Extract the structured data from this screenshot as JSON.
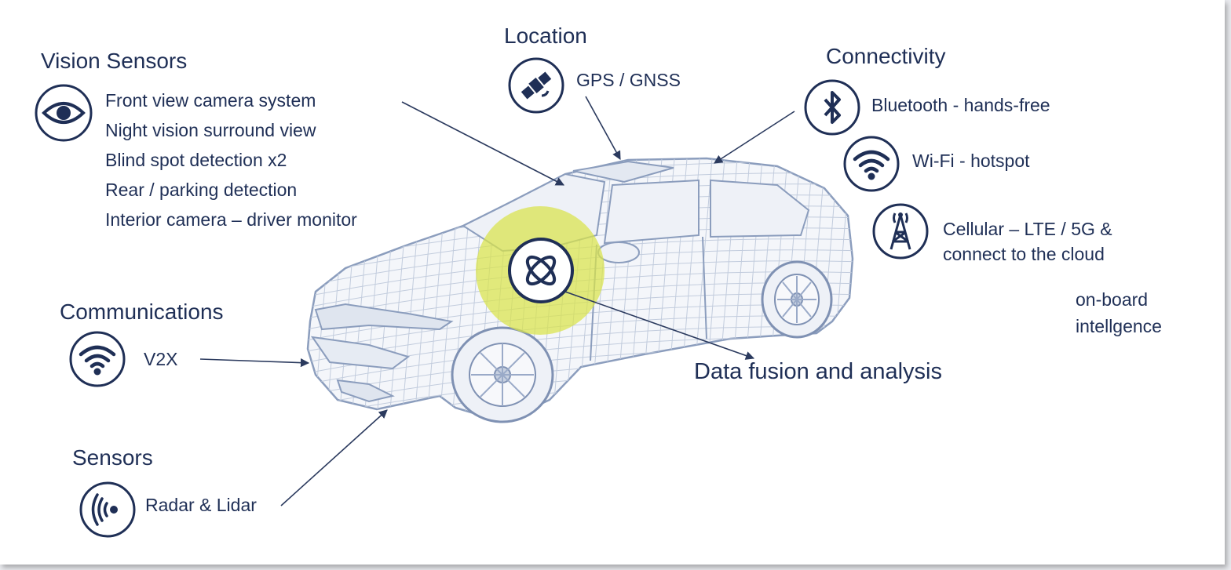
{
  "vision": {
    "heading": "Vision Sensors",
    "items": [
      "Front view camera system",
      "Night vision surround view",
      "Blind spot detection x2",
      "Rear / parking detection",
      "Interior camera – driver monitor"
    ],
    "icon": "eye-icon"
  },
  "location": {
    "heading": "Location",
    "item": "GPS / GNSS",
    "icon": "satellite-icon"
  },
  "connectivity": {
    "heading": "Connectivity",
    "bluetooth": "Bluetooth  - hands-free",
    "wifi": "Wi-Fi - hotspot",
    "cellular_line1": "Cellular  – LTE / 5G &",
    "cellular_line2": "connect to the cloud",
    "icons": [
      "bluetooth-icon",
      "wifi-icon",
      "cell-tower-icon"
    ]
  },
  "onboard": {
    "line1": "on-board",
    "line2": "intellgence"
  },
  "communications": {
    "heading": "Communications",
    "item": "V2X",
    "icon": "wifi-icon"
  },
  "data_fusion": {
    "label": "Data fusion and analysis",
    "icon": "atom-icon"
  },
  "sensors": {
    "heading": "Sensors",
    "item": "Radar & Lidar",
    "icon": "radar-waves-icon"
  },
  "colors": {
    "text": "#1f2f56",
    "icon_ring": "#1f2f56",
    "arrow": "#2b3a5e",
    "car_wireframe": "#9fb0cc",
    "highlight": "#d9e34a"
  }
}
